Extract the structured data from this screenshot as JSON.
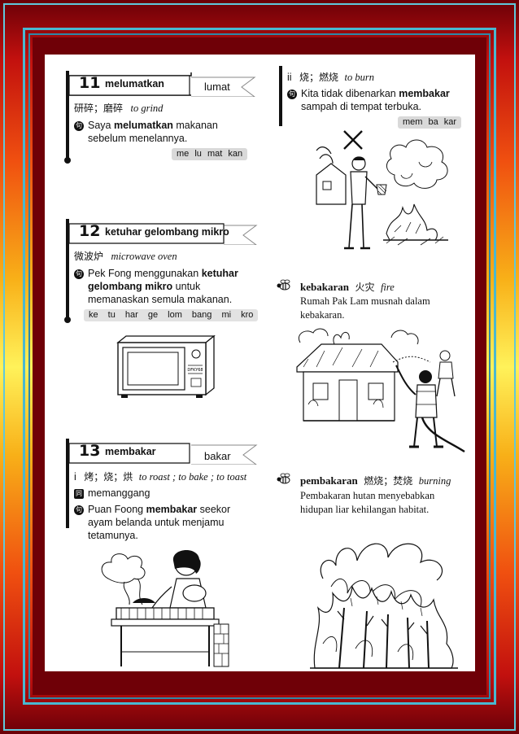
{
  "entries": [
    {
      "number": "11",
      "word": "melumatkan",
      "root": "lumat",
      "chinese": "研碎；磨碎",
      "english": "to grind",
      "example_pre": "Saya ",
      "example_bold": "melumatkan",
      "example_post": " makanan",
      "example_line2": "sebelum menelannya.",
      "syllables": "me lu mat kan"
    },
    {
      "number": "12",
      "word": "ketuhar gelombang mikro",
      "chinese": "微波炉",
      "english": "microwave oven",
      "example_pre": "Pek Fong menggunakan ",
      "example_bold": "ketuhar",
      "example_line2_bold": "gelombang mikro",
      "example_line2_post": " untuk",
      "example_line3": "memanaskan semula makanan.",
      "syllables": "ke tu har ge lom bang mi kro",
      "oven_label": "DFKY68"
    },
    {
      "number": "13",
      "word": "membakar",
      "root": "bakar",
      "sense_i_marker": "i",
      "sense_i_chinese": "烤；烧；烘",
      "sense_i_english": "to roast ; to bake ; to toast",
      "synonym": "memanggang",
      "example_pre": "Puan Foong ",
      "example_bold": "membakar",
      "example_post": " seekor",
      "example_line2": "ayam belanda untuk menjamu",
      "example_line3": "tetamunya.",
      "sense_ii_marker": "ii",
      "sense_ii_chinese": "烧；燃烧",
      "sense_ii_english": "to burn",
      "sense_ii_example_pre": "Kita tidak dibenarkan ",
      "sense_ii_example_bold": "membakar",
      "sense_ii_example_line2": "sampah di tempat terbuka.",
      "sense_ii_syllables": "mem ba kar"
    }
  ],
  "derived": [
    {
      "word": "kebakaran",
      "chinese": "火灾",
      "english": "fire",
      "example_line1": "Rumah Pak Lam musnah dalam",
      "example_line2": "kebakaran."
    },
    {
      "word": "pembakaran",
      "chinese": "燃烧；焚烧",
      "english": "burning",
      "example_line1": "Pembakaran hutan menyebabkan",
      "example_line2": "hidupan liar kehilangan habitat."
    }
  ],
  "badges": {
    "example": "句",
    "synonym": "同"
  },
  "icons": {
    "not_allowed": "cross-mark-icon",
    "derived": "bee-icon"
  },
  "colors": {
    "inner_band": "#6f0007",
    "rim": "#49b8d0",
    "syllable_bg": "#d9d9d9"
  }
}
